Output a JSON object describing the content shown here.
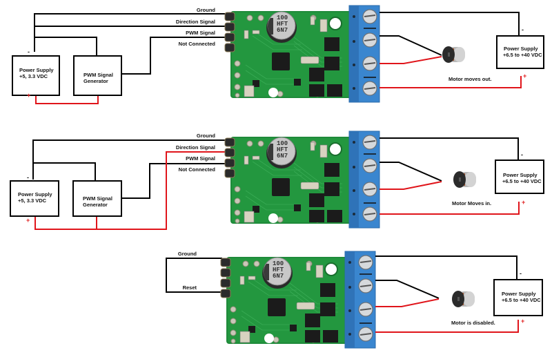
{
  "colors": {
    "wire_black": "#000000",
    "wire_red": "#e0141a",
    "pcb_green": "#1f8a3a",
    "terminal_blue": "#3a86cf",
    "plus_sign": "#e02020"
  },
  "panels": [
    {
      "id": "motor-out",
      "pin_labels": [
        "Ground",
        "Direction Signal",
        "PWM Signal",
        "Not Connected"
      ],
      "logic_supply": {
        "line1": "Power Supply",
        "line2": "+5, 3.3 VDC",
        "minus": "-",
        "plus": "+"
      },
      "pwm_generator": {
        "line1": "PWM Signal",
        "line2": "Generator"
      },
      "capacitor": {
        "line1": "100",
        "line2": "HFT",
        "line3": "6N7"
      },
      "motor_supply": {
        "line1": "Power Supply",
        "line2": "+6.5 to +40 VDC",
        "minus": "-",
        "plus": "+"
      },
      "caption": "Motor moves out."
    },
    {
      "id": "motor-in",
      "pin_labels": [
        "Ground",
        "Direction Signal",
        "PWM Signal",
        "Not Connected"
      ],
      "logic_supply": {
        "line1": "Power Supply",
        "line2": "+5, 3.3 VDC",
        "minus": "-",
        "plus": "+"
      },
      "pwm_generator": {
        "line1": "PWM Signal",
        "line2": "Generator"
      },
      "capacitor": {
        "line1": "100",
        "line2": "HFT",
        "line3": "6N7"
      },
      "motor_supply": {
        "line1": "Power Supply",
        "line2": "+6.5 to +40 VDC",
        "minus": "-",
        "plus": "+"
      },
      "caption": "Motor Moves in."
    },
    {
      "id": "motor-disabled",
      "pin_labels": [
        "Ground",
        "Reset"
      ],
      "capacitor": {
        "line1": "100",
        "line2": "HFT",
        "line3": "6N7"
      },
      "motor_supply": {
        "line1": "Power Supply",
        "line2": "+6.5 to +40 VDC",
        "minus": "-",
        "plus": "+"
      },
      "caption": "Motor is disabled."
    }
  ]
}
